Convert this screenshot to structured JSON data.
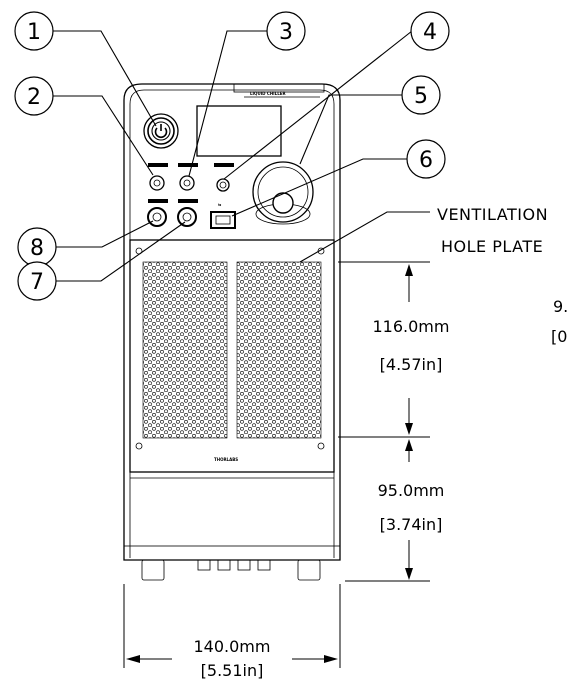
{
  "callouts": [
    {
      "num": "1"
    },
    {
      "num": "2"
    },
    {
      "num": "3"
    },
    {
      "num": "4"
    },
    {
      "num": "5"
    },
    {
      "num": "6"
    },
    {
      "num": "7"
    },
    {
      "num": "8"
    }
  ],
  "notes": {
    "ventilation_line1": "VENTILATION",
    "ventilation_line2": "HOLE PLATE"
  },
  "dimensions": {
    "grille_height_mm": "116.0mm",
    "grille_height_in": "[4.57in]",
    "lower_height_mm": "95.0mm",
    "lower_height_in": "[3.74in]",
    "width_mm": "140.0mm",
    "width_in": "[5.51in]",
    "cut_mm": "9.",
    "cut_in": "[0"
  },
  "device": {
    "top_label": "LIQUID CHILLER",
    "brand": "THORLABS",
    "usb_symbol": "⇆"
  }
}
